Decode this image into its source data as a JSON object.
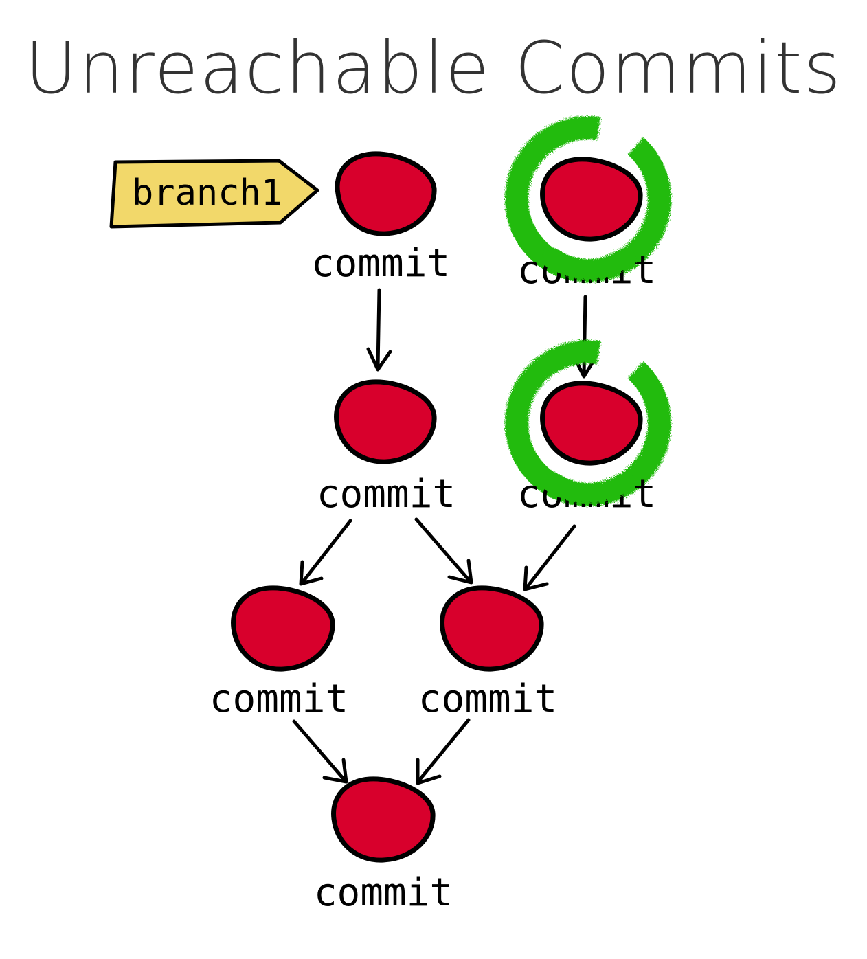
{
  "title": "Unreachable Commits",
  "branch_label": "branch1",
  "commit_label": "commit",
  "colors": {
    "commit_fill": "#d8002c",
    "outline": "#000000",
    "branch_fill": "#f2d86a",
    "highlight": "#22bb11",
    "title_text": "#333333"
  },
  "unreachable_commits_highlighted": 2
}
